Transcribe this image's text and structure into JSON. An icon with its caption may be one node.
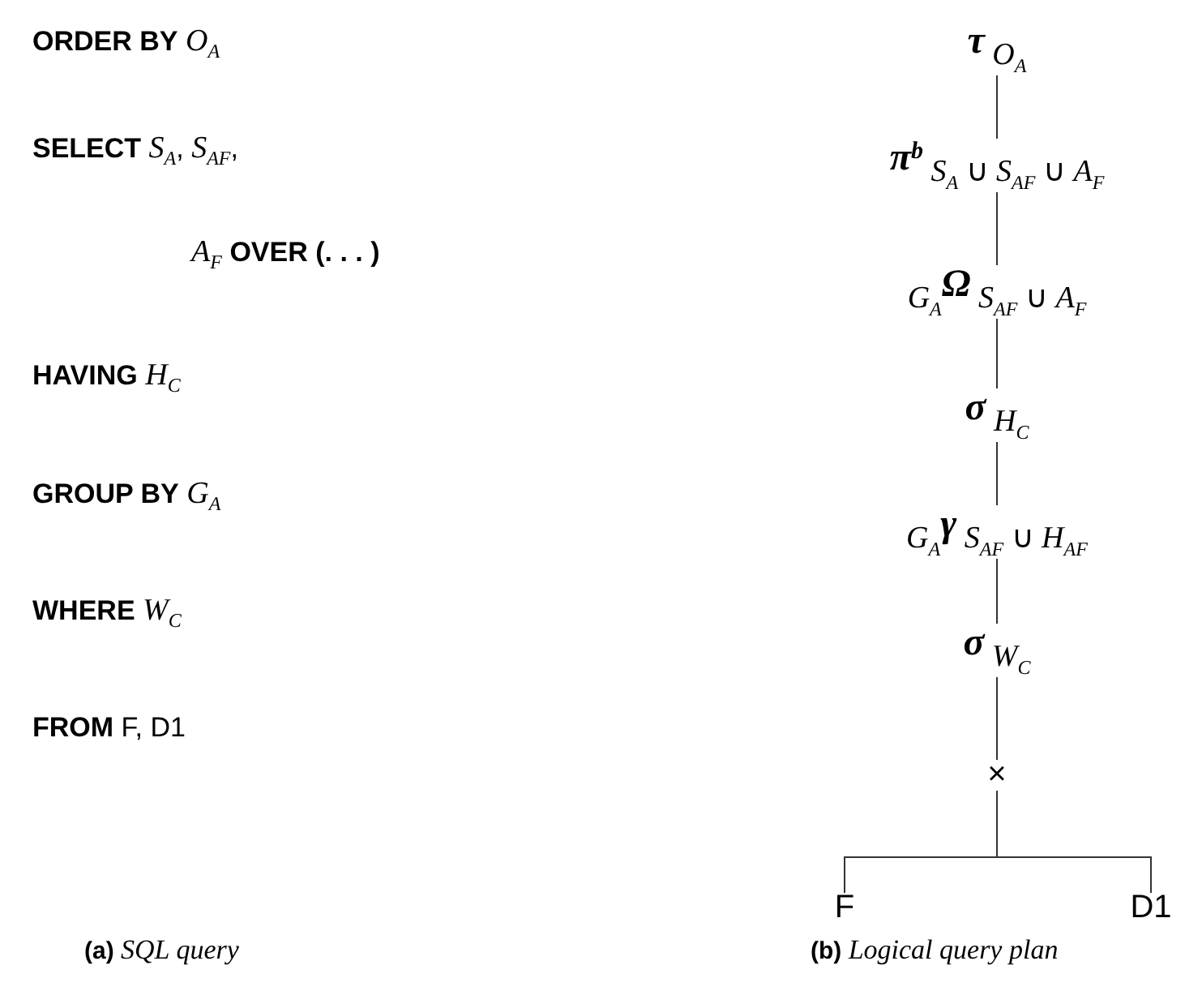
{
  "diagram": {
    "nodes": [
      {
        "text": [
          "**τ** *O*$_{A}$"
        ]
      },
      {
        "text": [
          "**π**$^{b}$ *S*$_{A}$ ∪ *S*$_{AF}$ ∪ *A*$_{F}$"
        ]
      },
      {
        "text": [
          "*G*$_{A}$**Ω** *S*$_{AF}$ ∪ *A*$_{F}$"
        ]
      },
      {
        "text": [
          "**σ** *H*$_{C}$"
        ]
      },
      {
        "text": [
          "*G*$_{A}$**γ** *S*$_{AF}$ ∪ *H*$_{AF}$"
        ]
      },
      {
        "text": [
          "**σ** *W*$_{C}$"
        ]
      },
      {
        "text": [
          "×"
        ]
      },
      {
        "text": [
          "F"
        ]
      },
      {
        "text": [
          "D1"
        ]
      }
    ],
    "edges": [
      {
        "from": 0,
        "to": 1,
        "arrow": "none"
      },
      {
        "from": 1,
        "to": 2,
        "arrow": "none"
      },
      {
        "from": 2,
        "to": 3,
        "arrow": "none"
      },
      {
        "from": 3,
        "to": 4,
        "arrow": "none"
      },
      {
        "from": 4,
        "to": 5,
        "arrow": "none"
      },
      {
        "from": 5,
        "to": 6,
        "arrow": "none"
      },
      {
        "from": 6,
        "to": 7,
        "arrow": "none"
      },
      {
        "from": 6,
        "to": 8,
        "arrow": "none"
      }
    ],
    "labels": [
      "**ORDER BY** *O*$_{A}$",
      "**SELECT** *S*$_{A}$, *S*$_{AF}$,",
      "*A*$_{F}$ **OVER (. . . )**",
      "**HAVING** *H*$_{C}$",
      "**GROUP BY** *G*$_{A}$",
      "**WHERE** *W*$_{C}$",
      "**FROM** F, D1",
      "**(a)** *SQL query*",
      "**(b)** *Logical query plan*"
    ]
  }
}
